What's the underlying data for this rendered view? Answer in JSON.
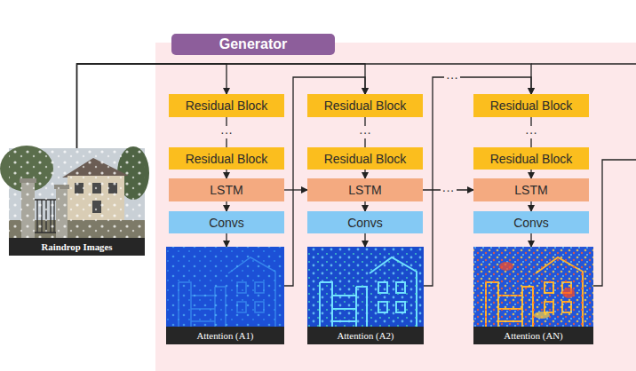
{
  "diagram": {
    "nodes": [
      {
        "text": [
          "Generator"
        ]
      },
      {
        "text": [
          "Raindrop Images"
        ]
      },
      {
        "text": [
          "Residual Block"
        ],
        "in": 0
      },
      {
        "text": [
          "Residual Block"
        ],
        "in": 0
      },
      {
        "text": [
          "LSTM"
        ],
        "in": 0
      },
      {
        "text": [
          "Convs"
        ],
        "in": 0
      },
      {
        "text": [
          "Attention (A1)"
        ],
        "in": 0
      },
      {
        "text": [
          "Residual Block"
        ],
        "in": 0
      },
      {
        "text": [
          "Residual Block"
        ],
        "in": 0
      },
      {
        "text": [
          "LSTM"
        ],
        "in": 0
      },
      {
        "text": [
          "Convs"
        ],
        "in": 0
      },
      {
        "text": [
          "Attention (A2)"
        ],
        "in": 0
      },
      {
        "text": [
          "Residual Block"
        ],
        "in": 0
      },
      {
        "text": [
          "Residual Block"
        ],
        "in": 0
      },
      {
        "text": [
          "LSTM"
        ],
        "in": 0
      },
      {
        "text": [
          "Convs"
        ],
        "in": 0
      },
      {
        "text": [
          "Attention (AN)"
        ],
        "in": 0
      }
    ],
    "edges": [
      {
        "from": 1,
        "to": 2,
        "arrow": "to"
      },
      {
        "from": 1,
        "to": 7,
        "arrow": "to"
      },
      {
        "from": 1,
        "to": 12,
        "arrow": "to"
      },
      {
        "from": 2,
        "to": 3,
        "label": "···",
        "arrow": "none"
      },
      {
        "from": 3,
        "to": 4,
        "arrow": "to"
      },
      {
        "from": 4,
        "to": 5,
        "arrow": "to"
      },
      {
        "from": 5,
        "to": 6,
        "arrow": "to"
      },
      {
        "from": 7,
        "to": 8,
        "label": "···",
        "arrow": "none"
      },
      {
        "from": 8,
        "to": 9,
        "arrow": "to"
      },
      {
        "from": 9,
        "to": 10,
        "arrow": "to"
      },
      {
        "from": 10,
        "to": 11,
        "arrow": "to"
      },
      {
        "from": 12,
        "to": 13,
        "label": "···",
        "arrow": "none"
      },
      {
        "from": 13,
        "to": 14,
        "arrow": "to"
      },
      {
        "from": 14,
        "to": 15,
        "arrow": "to"
      },
      {
        "from": 15,
        "to": 16,
        "arrow": "to"
      },
      {
        "from": 4,
        "to": 9,
        "arrow": "to"
      },
      {
        "from": 9,
        "to": 14,
        "label": "···",
        "arrow": "to"
      },
      {
        "from": 6,
        "to": 7,
        "arrow": "to"
      },
      {
        "from": 11,
        "to": 12,
        "label": "···",
        "arrow": "to"
      }
    ]
  }
}
